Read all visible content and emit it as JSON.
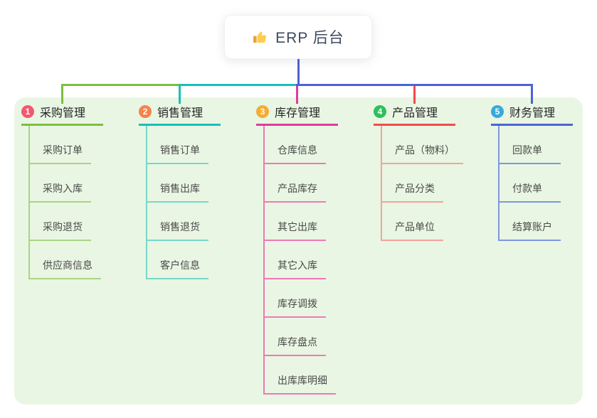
{
  "root": {
    "title": "ERP 后台",
    "icon": "thumbs-up-icon"
  },
  "canvas": {
    "background": "#E9F6E3"
  },
  "connectors": {
    "root_line": "#4F61D2"
  },
  "branches": [
    {
      "badge": "1",
      "label": "采购管理",
      "colors": {
        "badge_bg": "#F2596E",
        "line": "#7CBE3F",
        "child_line": "#A8D584"
      },
      "children": [
        "采购订单",
        "采购入库",
        "采购退货",
        "供应商信息"
      ]
    },
    {
      "badge": "2",
      "label": "销售管理",
      "colors": {
        "badge_bg": "#F5834E",
        "line": "#17C0B5",
        "child_line": "#78D7CA"
      },
      "children": [
        "销售订单",
        "销售出库",
        "销售退货",
        "客户信息"
      ]
    },
    {
      "badge": "3",
      "label": "库存管理",
      "colors": {
        "badge_bg": "#F6AC32",
        "line": "#E23A9D",
        "child_line": "#F078B7"
      },
      "children": [
        "仓库信息",
        "产品库存",
        "其它出库",
        "其它入库",
        "库存调拨",
        "库存盘点",
        "出库库明细"
      ]
    },
    {
      "badge": "4",
      "label": "产品管理",
      "colors": {
        "badge_bg": "#2EC05C",
        "line": "#F04C4C",
        "child_line": "#F6A29C"
      },
      "children": [
        "产品（物料）",
        "产品分类",
        "产品单位"
      ]
    },
    {
      "badge": "5",
      "label": "财务管理",
      "colors": {
        "badge_bg": "#38A9DB",
        "line": "#4A63D8",
        "child_line": "#7E97DF"
      },
      "children": [
        "回款单",
        "付款单",
        "结算账户"
      ]
    }
  ]
}
